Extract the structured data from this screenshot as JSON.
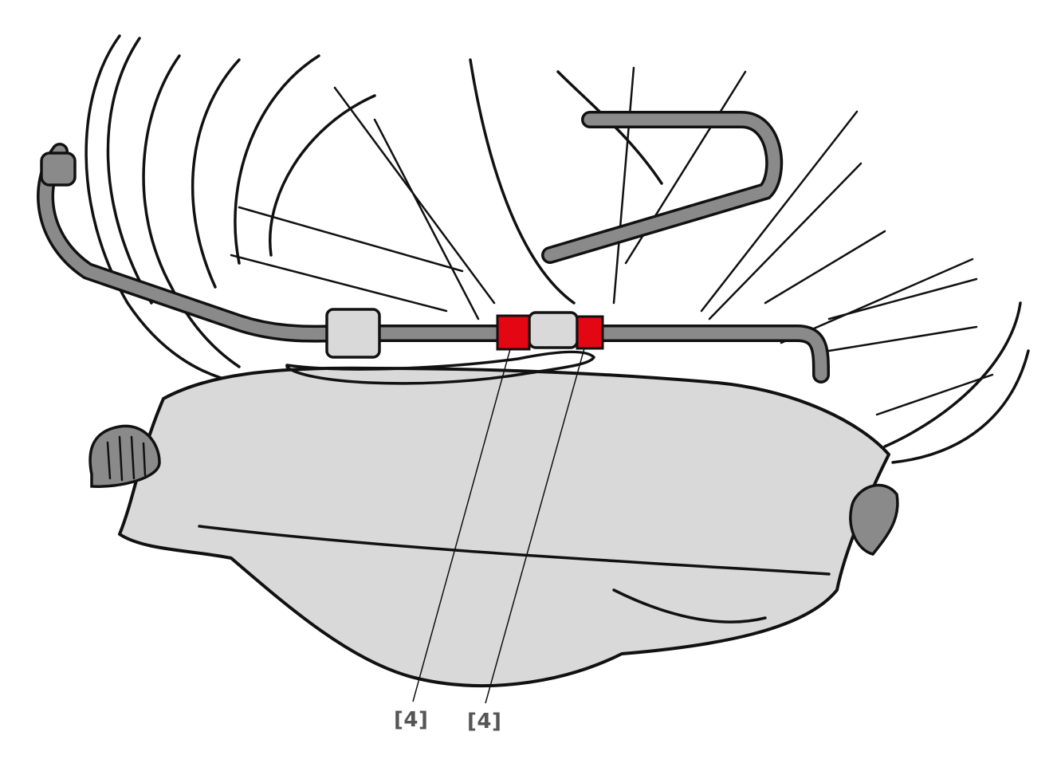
{
  "callouts": [
    {
      "id": "callout-1",
      "text": "[4]"
    },
    {
      "id": "callout-2",
      "text": "[4]"
    }
  ],
  "colors": {
    "highlight": "#e30613",
    "tube": "#8a8a8a",
    "bag": "#d9d9d9",
    "ink": "#111111",
    "label": "#555555"
  },
  "icons": [
    "rear-wheel",
    "pannier-rack",
    "handlebar-bag",
    "mounting-clamp"
  ]
}
